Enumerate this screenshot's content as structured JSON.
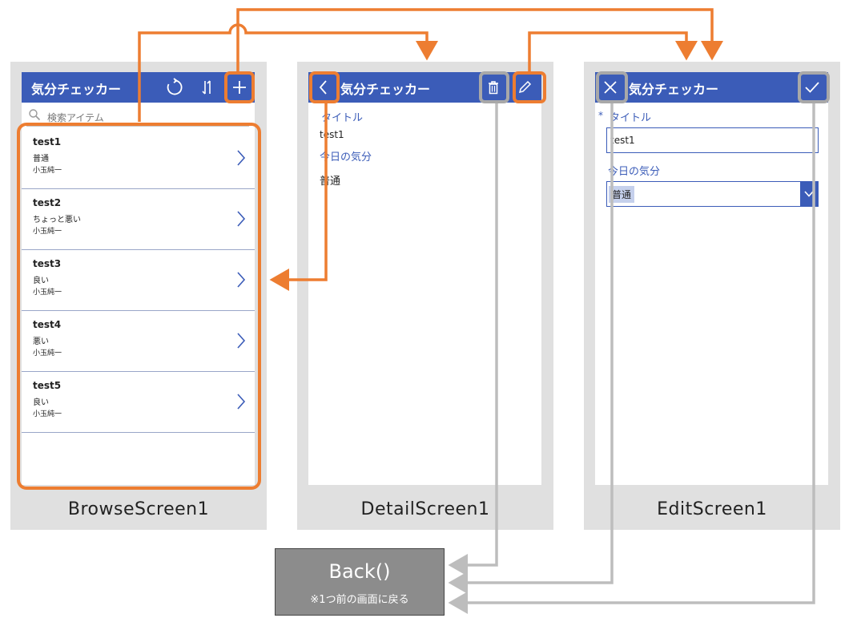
{
  "app_title": "気分チェッカー",
  "browse": {
    "caption": "BrowseScreen1",
    "search_placeholder": "検索アイテム",
    "items": [
      {
        "title": "test1",
        "mood": "普通",
        "author": "小玉純一"
      },
      {
        "title": "test2",
        "mood": "ちょっと悪い",
        "author": "小玉純一"
      },
      {
        "title": "test3",
        "mood": "良い",
        "author": "小玉純一"
      },
      {
        "title": "test4",
        "mood": "悪い",
        "author": "小玉純一"
      },
      {
        "title": "test5",
        "mood": "良い",
        "author": "小玉純一"
      }
    ],
    "icons": [
      "refresh-icon",
      "sort-icon",
      "add-icon"
    ]
  },
  "detail": {
    "caption": "DetailScreen1",
    "title_label": "タイトル",
    "title_value": "test1",
    "mood_label": "今日の気分",
    "mood_value": "普通",
    "icons": [
      "back-chevron-icon",
      "trash-icon",
      "pencil-icon"
    ]
  },
  "edit": {
    "caption": "EditScreen1",
    "required_mark": "*",
    "title_label": "タイトル",
    "title_value": "test1",
    "mood_label": "今日の気分",
    "mood_value": "普通",
    "icons": [
      "close-icon",
      "checkmark-icon",
      "chevron-down-icon"
    ]
  },
  "back": {
    "title": "Back()",
    "note": "※1つ前の画面に戻る"
  },
  "colors": {
    "appbar": "#3b5cb8",
    "highlight_navigate": "#ed7d31",
    "highlight_back": "#a8a8a8",
    "panel_bg": "#e0e0e0"
  }
}
